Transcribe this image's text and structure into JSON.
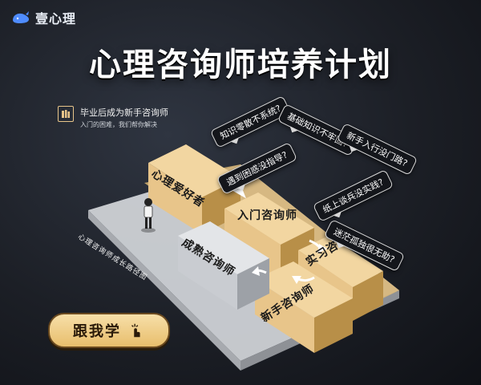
{
  "brand": {
    "name": "壹心理",
    "icon": "whale-icon",
    "icon_color": "#4f8cff"
  },
  "hero": {
    "title": "心理咨询师培养计划"
  },
  "intro": {
    "heading": "毕业后成为新手咨询师",
    "subheading": "入门的困难，我们帮你解决",
    "icon": "book-icon"
  },
  "bubbles": [
    "知识零散不系统?",
    "基础知识不牢固?",
    "新手入行没门路?",
    "遇到困惑没指导?",
    "纸上谈兵没实践?",
    "迷茫孤独很无助?"
  ],
  "stages": {
    "enthusiast": "心理爱好者",
    "beginner": "入门咨询师",
    "intern": "实习咨询师",
    "novice": "新手咨询师",
    "mature": "成熟咨询师"
  },
  "path_label": "心理咨询师成长路径图",
  "cta": {
    "label": "跟我学",
    "icon": "hand-pointer-icon"
  },
  "colors": {
    "box": "#e8c58a",
    "box_dark": "#b88f48",
    "mature_box": "#c9ccd1",
    "background": "#1c1f26"
  }
}
